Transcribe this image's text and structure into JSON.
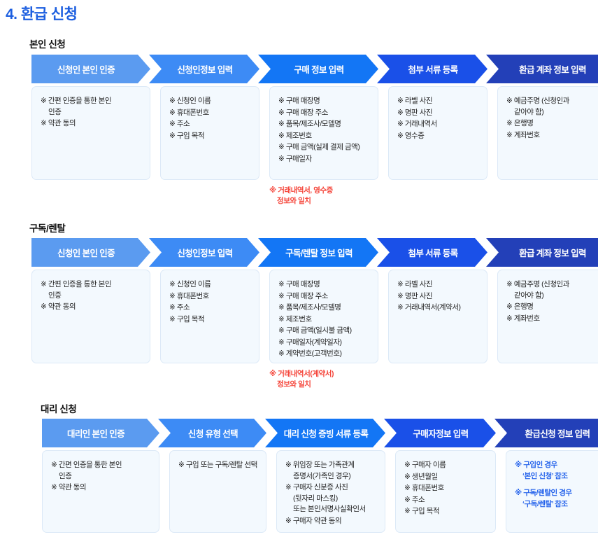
{
  "page": {
    "title": "4. 환급 신청"
  },
  "colors": {
    "title_blue": "#1d5fe0",
    "chevron_1": "#5b9bf0",
    "chevron_2": "#3d8bf5",
    "chevron_3": "#1376f5",
    "chevron_4": "#1a50e8",
    "chevron_5": "#2340b8",
    "card_bg": "#f3f9fe",
    "card_border": "#dce9f7",
    "note_red": "#f5453a",
    "ref_blue": "#2563eb"
  },
  "sections": [
    {
      "label": "본인 신청",
      "steps": [
        {
          "title": "신청인 본인 인증",
          "items": [
            "※ 간편 인증을 통한 본인\n     인증",
            "※ 약관 동의"
          ]
        },
        {
          "title": "신청인정보 입력",
          "items": [
            "※ 신청인 이름",
            "※ 휴대폰번호",
            "※ 주소",
            "※ 구입 목적"
          ]
        },
        {
          "title": "구매 정보 입력",
          "items": [
            "※ 구매 매장명",
            "※ 구매 매장 주소",
            "※ 품목/제조사/모델명",
            "※ 제조번호",
            "※ 구매 금액(실제 결제 금액)",
            "※ 구매일자"
          ],
          "note": "※ 거래내역서, 영수증\n     정보와 일치"
        },
        {
          "title": "첨부 서류 등록",
          "items": [
            "※ 라벨 사진",
            "※ 명판 사진",
            "※ 거래내역서",
            "※ 영수증"
          ]
        },
        {
          "title": "환급 계좌 정보 입력",
          "items": [
            "※ 예금주명 (신청인과\n     같아야 함)",
            "※ 은행명",
            "※ 계좌번호"
          ]
        }
      ]
    },
    {
      "label": "구독/렌탈",
      "steps": [
        {
          "title": "신청인 본인 인증",
          "items": [
            "※ 간편 인증을 통한 본인\n     인증",
            "※ 약관 동의"
          ]
        },
        {
          "title": "신청인정보 입력",
          "items": [
            "※ 신청인 이름",
            "※ 휴대폰번호",
            "※ 주소",
            "※ 구입 목적"
          ]
        },
        {
          "title": "구독/렌탈 정보 입력",
          "items": [
            "※ 구매 매장명",
            "※ 구매 매장 주소",
            "※ 품목/제조사/모델명",
            "※ 제조번호",
            "※ 구매 금액(일시불 금액)",
            "※ 구매일자(계약일자)",
            "※ 계약번호(고객번호)"
          ],
          "note": "※ 거래내역서(계약서)\n     정보와 일치"
        },
        {
          "title": "첨부 서류 등록",
          "items": [
            "※ 라벨 사진",
            "※ 명판 사진",
            "※ 거래내역서(계약서)"
          ]
        },
        {
          "title": "환급 계좌 정보 입력",
          "items": [
            "※ 예금주명 (신청인과\n     같아야 함)",
            "※ 은행명",
            "※ 계좌번호"
          ]
        }
      ]
    },
    {
      "label": "대리 신청",
      "steps": [
        {
          "title": "대리인 본인 인증",
          "items": [
            "※ 간편 인증을 통한 본인\n     인증",
            "※ 약관 동의"
          ]
        },
        {
          "title": "신청 유형 선택",
          "items": [
            "※ 구입 또는 구독/렌탈 선택"
          ]
        },
        {
          "title": "대리 신청 증빙 서류 등록",
          "items": [
            "※ 위임장 또는 가족관계\n     증명서(가족인 경우)",
            "※ 구매자 신분증 사진\n     (뒷자리 마스킹)\n     또는 본인서명사실확인서",
            "※ 구매자 약관 동의"
          ]
        },
        {
          "title": "구매자정보 입력",
          "items": [
            "※ 구매자 이름",
            "※ 생년월일",
            "※ 휴대폰번호",
            "※ 주소",
            "※ 구입 목적"
          ]
        },
        {
          "title": "환급신청 정보 입력",
          "blue_items": [
            "※ 구입인 경우\n     ‘본인 신청’ 참조",
            "※ 구독/렌탈인 경우\n     ‘구독/렌탈’ 참조"
          ]
        }
      ]
    }
  ]
}
